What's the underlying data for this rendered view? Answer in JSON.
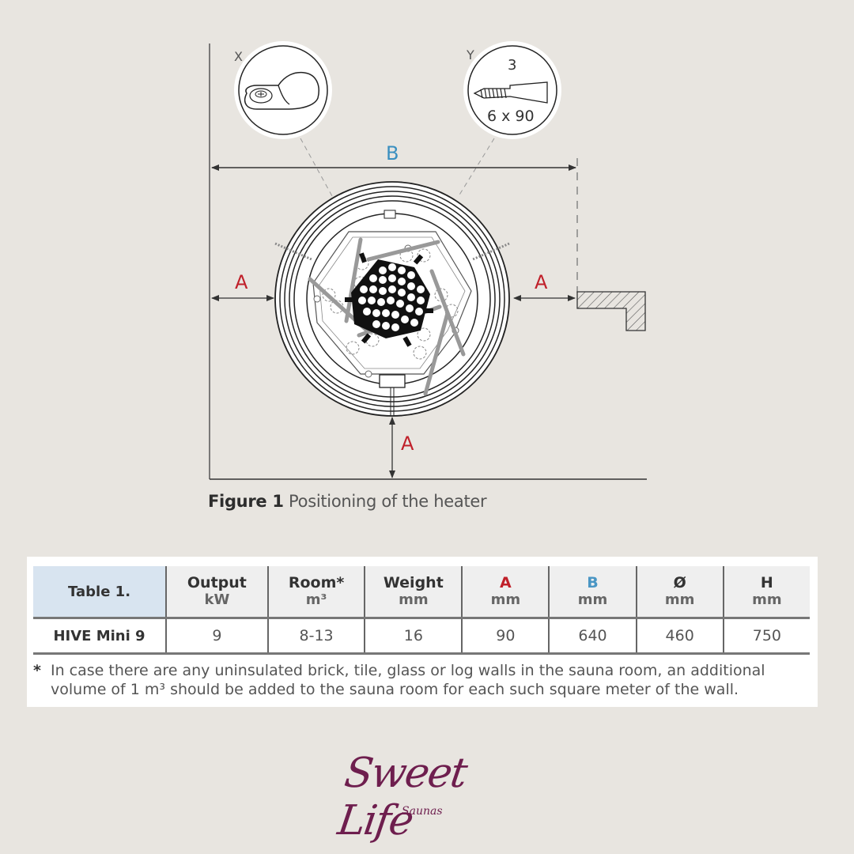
{
  "figure": {
    "inset_x_label": "X",
    "inset_y_label": "Y",
    "inset_y_quantity": "3",
    "inset_y_size": "6 x 90",
    "dim_b_label": "B",
    "dim_a_left_label": "A",
    "dim_a_right_label": "A",
    "dim_a_bottom_label": "A",
    "caption_bold": "Figure 1",
    "caption_text": " Positioning of the heater",
    "colors": {
      "dim_a": "#c0202a",
      "dim_b": "#3a8fc0",
      "background": "#e8e5e0"
    }
  },
  "table": {
    "title": "Table 1.",
    "columns": [
      {
        "label": "Output",
        "unit": "kW"
      },
      {
        "label": "Room*",
        "unit": "m³"
      },
      {
        "label": "Weight",
        "unit": "mm"
      },
      {
        "label": "A",
        "unit": "mm"
      },
      {
        "label": "B",
        "unit": "mm"
      },
      {
        "label": "Ø",
        "unit": "mm"
      },
      {
        "label": "H",
        "unit": "mm"
      }
    ],
    "rows": [
      {
        "model": "HIVE Mini 9",
        "values": [
          "9",
          "8-13",
          "16",
          "90",
          "640",
          "460",
          "750"
        ]
      }
    ],
    "footnote_marker": "*",
    "footnote": "In case there are any uninsulated brick, tile, glass or log walls in the sauna room, an additional volume of 1 m³ should be added to the sauna room for each such square meter of the wall."
  },
  "logo": {
    "main": "Sweet Life",
    "sub": "Saunas",
    "color": "#6e1e4e"
  }
}
